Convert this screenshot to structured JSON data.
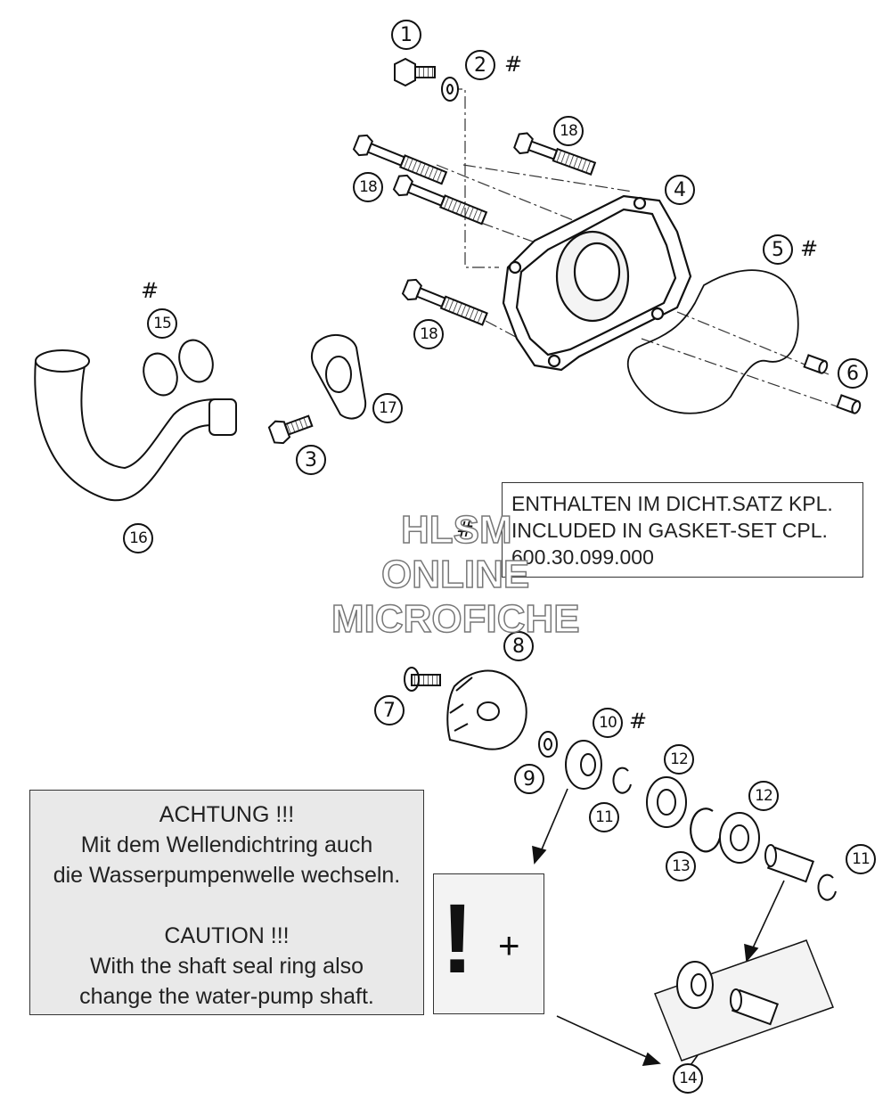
{
  "callouts": {
    "c1": "1",
    "c2": "2",
    "c3": "3",
    "c4": "4",
    "c5": "5",
    "c6": "6",
    "c7": "7",
    "c8": "8",
    "c9": "9",
    "c10": "10",
    "c11a": "11",
    "c11b": "11",
    "c12a": "12",
    "c12b": "12",
    "c13": "13",
    "c14": "14",
    "c15": "15",
    "c16": "16",
    "c17": "17",
    "c18a": "18",
    "c18b": "18",
    "c18c": "18"
  },
  "hash_mark": "#",
  "gasket_note": {
    "line1": "ENTHALTEN IM DICHT.SATZ KPL.",
    "line2": "INCLUDED IN GASKET-SET CPL.",
    "line3": "600.30.099.000",
    "hash": "#"
  },
  "caution_note": {
    "de_title": "ACHTUNG !!!",
    "de_line1": "Mit dem Wellendichtring auch",
    "de_line2": "die Wasserpumpenwelle wechseln.",
    "en_title": "CAUTION !!!",
    "en_line1": "With the shaft seal ring also",
    "en_line2": "change the water-pump shaft."
  },
  "warning_symbols": {
    "exclamation": "!",
    "plus": "+"
  },
  "watermark": {
    "line1": "HLSM",
    "line2": "ONLINE",
    "line3": "MICROFICHE"
  }
}
